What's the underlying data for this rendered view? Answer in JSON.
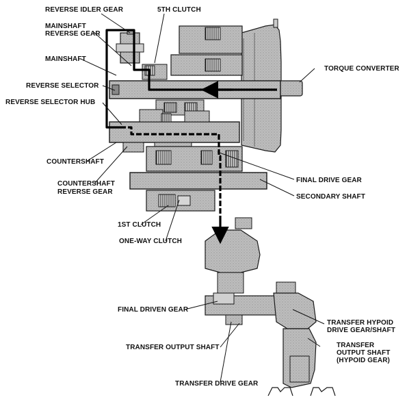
{
  "labels": {
    "reverse_idler_gear": "REVERSE IDLER GEAR",
    "fifth_clutch": "5TH CLUTCH",
    "mainshaft_reverse_gear_1": "MAINSHAFT",
    "mainshaft_reverse_gear_2": "REVERSE GEAR",
    "mainshaft": "MAINSHAFT",
    "torque_converter": "TORQUE CONVERTER",
    "reverse_selector": "REVERSE SELECTOR",
    "reverse_selector_hub": "REVERSE SELECTOR HUB",
    "countershaft": "COUNTERSHAFT",
    "countershaft_reverse_gear_1": "COUNTERSHAFT",
    "countershaft_reverse_gear_2": "REVERSE GEAR",
    "final_drive_gear": "FINAL DRIVE GEAR",
    "secondary_shaft": "SECONDARY SHAFT",
    "first_clutch": "1ST CLUTCH",
    "one_way_clutch": "ONE-WAY CLUTCH",
    "final_driven_gear": "FINAL DRIVEN GEAR",
    "transfer_output_shaft": "TRANSFER OUTPUT SHAFT",
    "transfer_hypoid_1": "TRANSFER HYPOID",
    "transfer_hypoid_2": "DRIVE GEAR/SHAFT",
    "transfer_output_hypoid_1": "TRANSFER",
    "transfer_output_hypoid_2": "OUTPUT SHAFT",
    "transfer_output_hypoid_3": "(HYPOID GEAR)",
    "transfer_drive_gear": "TRANSFER DRIVE GEAR"
  },
  "colors": {
    "part_fill": "#b9b9b9",
    "part_stroke": "#1a1a1a",
    "power_flow": "#000000",
    "background": "#ffffff"
  }
}
